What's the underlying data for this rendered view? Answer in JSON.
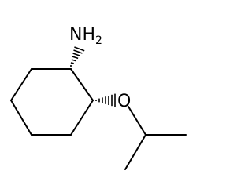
{
  "molecule": {
    "atoms": {
      "amine_nitrogen": "N",
      "amine_hydrogen": "H",
      "amine_hydrogen_count": "2",
      "ether_oxygen": "O"
    },
    "colors": {
      "bond": "#000000",
      "label": "#000000",
      "background": "#ffffff"
    }
  }
}
